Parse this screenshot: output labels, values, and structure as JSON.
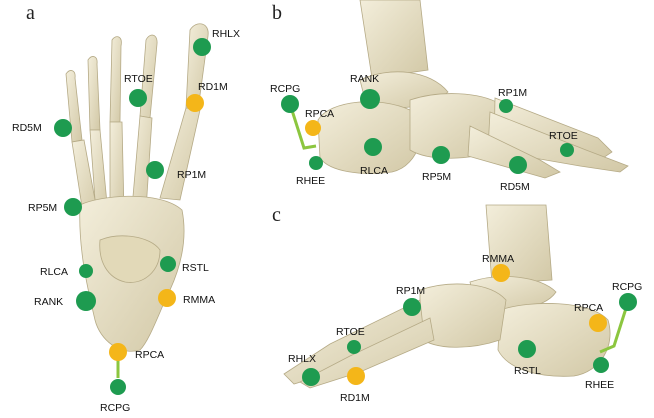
{
  "panels": [
    {
      "letter": "a",
      "view": "plantar"
    },
    {
      "letter": "b",
      "view": "lateral"
    },
    {
      "letter": "c",
      "view": "medial"
    }
  ],
  "colors": {
    "marker_green": "#1e9b50",
    "marker_yellow": "#f4b619",
    "link_line": "#8cc63f",
    "bone_fill": "#e9e2c8",
    "bone_shadow": "#c9c0a0"
  },
  "markers": {
    "a": [
      {
        "label": "RHLX",
        "color": "green"
      },
      {
        "label": "RTOE",
        "color": "green"
      },
      {
        "label": "RD1M",
        "color": "yellow"
      },
      {
        "label": "RD5M",
        "color": "green"
      },
      {
        "label": "RP1M",
        "color": "green"
      },
      {
        "label": "RP5M",
        "color": "green"
      },
      {
        "label": "RLCA",
        "color": "green"
      },
      {
        "label": "RSTL",
        "color": "green"
      },
      {
        "label": "RANK",
        "color": "green"
      },
      {
        "label": "RMMA",
        "color": "yellow"
      },
      {
        "label": "RPCA",
        "color": "yellow"
      },
      {
        "label": "RCPG",
        "color": "green"
      }
    ],
    "b": [
      {
        "label": "RANK",
        "color": "green"
      },
      {
        "label": "RCPG",
        "color": "green"
      },
      {
        "label": "RPCA",
        "color": "yellow"
      },
      {
        "label": "RHEE",
        "color": "green"
      },
      {
        "label": "RLCA",
        "color": "green"
      },
      {
        "label": "RP1M",
        "color": "green"
      },
      {
        "label": "RP5M",
        "color": "green"
      },
      {
        "label": "RD5M",
        "color": "green"
      },
      {
        "label": "RTOE",
        "color": "green"
      }
    ],
    "c": [
      {
        "label": "RMMA",
        "color": "yellow"
      },
      {
        "label": "RP1M",
        "color": "green"
      },
      {
        "label": "RTOE",
        "color": "green"
      },
      {
        "label": "RHLX",
        "color": "green"
      },
      {
        "label": "RD1M",
        "color": "yellow"
      },
      {
        "label": "RPCA",
        "color": "yellow"
      },
      {
        "label": "RCPG",
        "color": "green"
      },
      {
        "label": "RSTL",
        "color": "green"
      },
      {
        "label": "RHEE",
        "color": "green"
      }
    ]
  }
}
